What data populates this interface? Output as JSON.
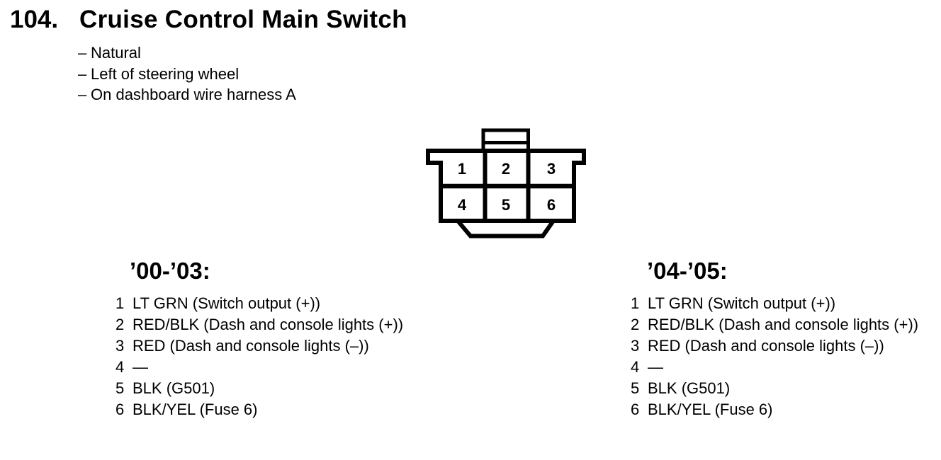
{
  "header": {
    "number": "104.",
    "title": "Cruise Control Main Switch"
  },
  "notes": {
    "bullet": "–",
    "items": [
      "Natural",
      "Left of steering wheel",
      "On dashboard wire harness A"
    ]
  },
  "connector": {
    "description": "6-cavity connector, front view",
    "pins": [
      "1",
      "2",
      "3",
      "4",
      "5",
      "6"
    ],
    "line_color": "#000000",
    "fill_color": "#ffffff"
  },
  "pinouts": [
    {
      "years": "’00-’03:",
      "rows": [
        {
          "pin": "1",
          "desc": "LT GRN (Switch output (+))"
        },
        {
          "pin": "2",
          "desc": "RED/BLK (Dash and console lights (+))"
        },
        {
          "pin": "3",
          "desc": "RED (Dash and console lights (–))"
        },
        {
          "pin": "4",
          "desc": "—"
        },
        {
          "pin": "5",
          "desc": "BLK (G501)"
        },
        {
          "pin": "6",
          "desc": "BLK/YEL (Fuse 6)"
        }
      ]
    },
    {
      "years": "’04-’05:",
      "rows": [
        {
          "pin": "1",
          "desc": "LT GRN (Switch output (+))"
        },
        {
          "pin": "2",
          "desc": "RED/BLK (Dash and console lights (+))"
        },
        {
          "pin": "3",
          "desc": "RED (Dash and console lights (–))"
        },
        {
          "pin": "4",
          "desc": "—"
        },
        {
          "pin": "5",
          "desc": "BLK (G501)"
        },
        {
          "pin": "6",
          "desc": "BLK/YEL (Fuse 6)"
        }
      ]
    }
  ]
}
